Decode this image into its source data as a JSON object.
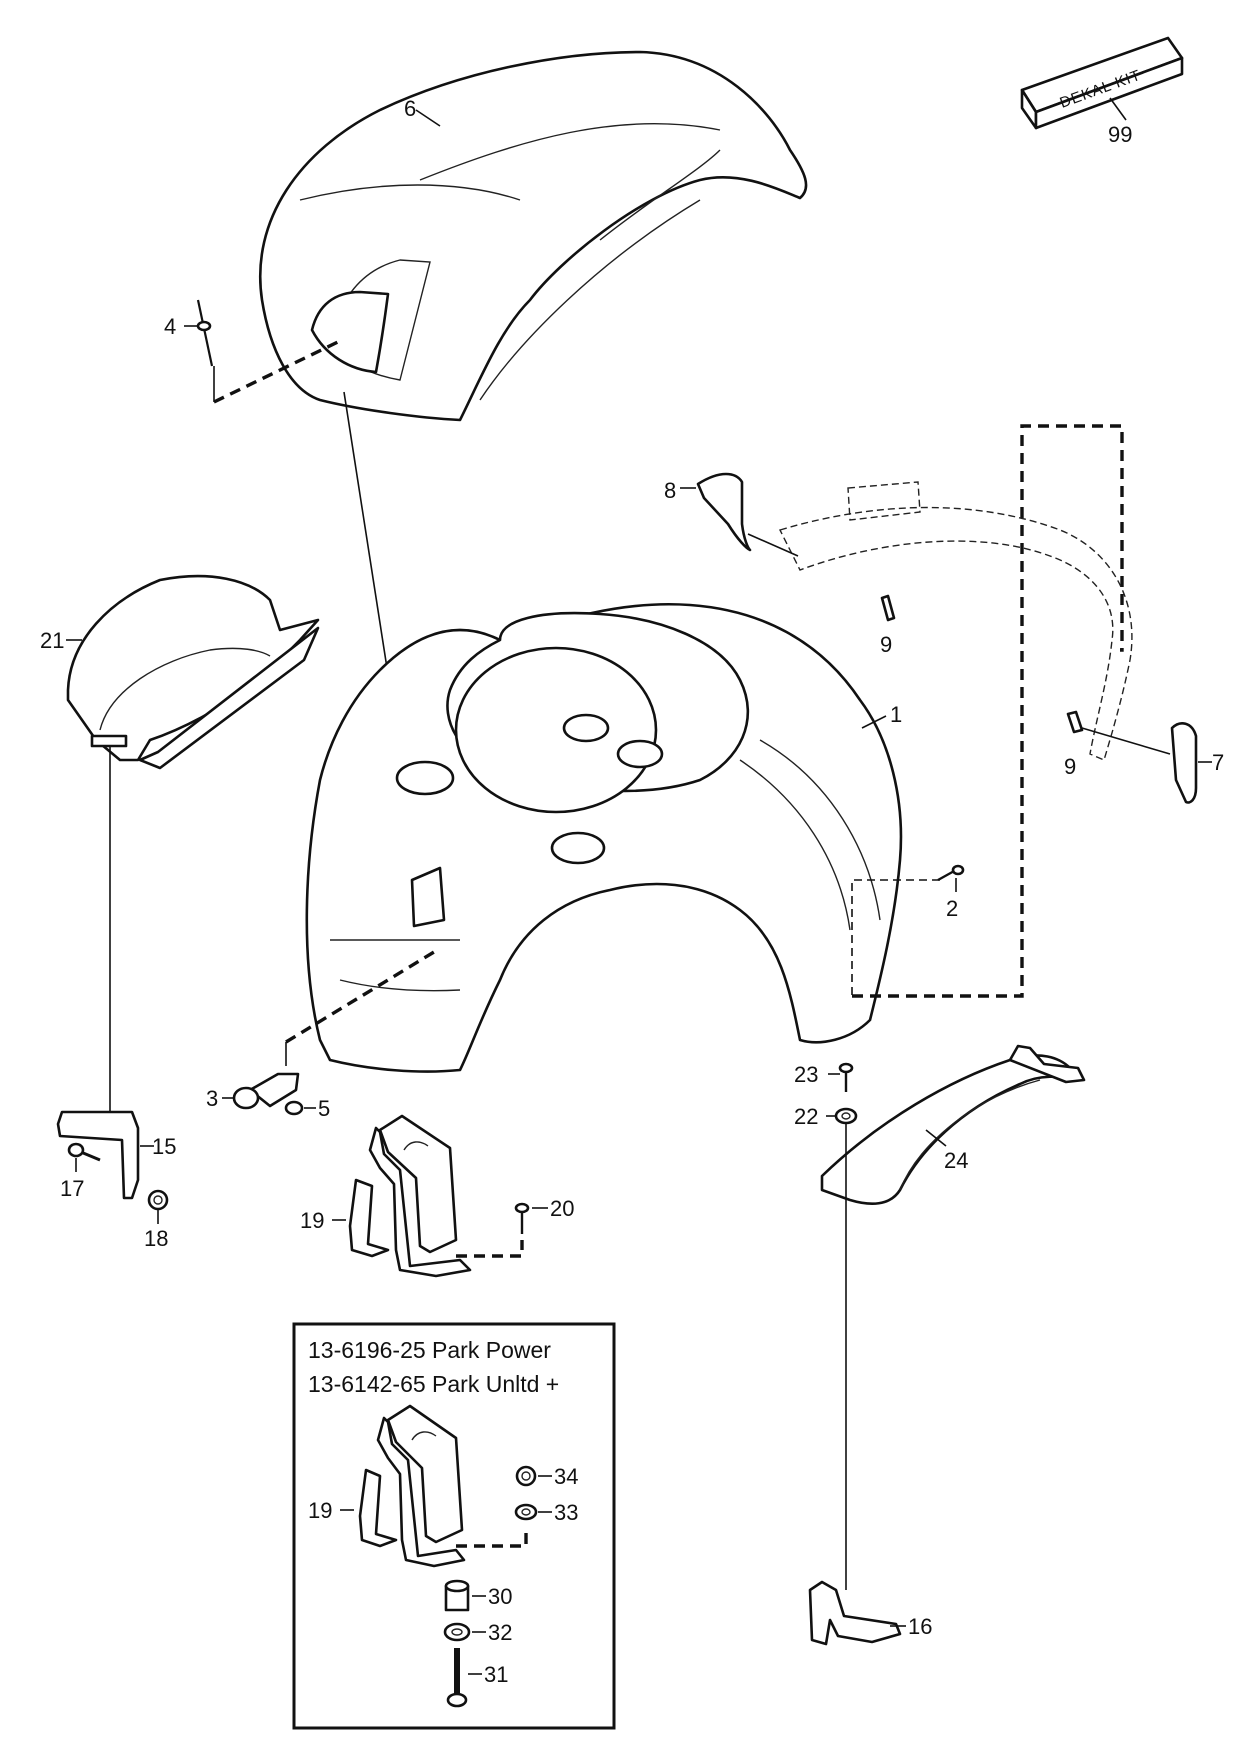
{
  "callouts": {
    "c1": "1",
    "c2": "2",
    "c3": "3",
    "c4": "4",
    "c5": "5",
    "c6": "6",
    "c7": "7",
    "c8": "8",
    "c9a": "9",
    "c9b": "9",
    "c15": "15",
    "c16": "16",
    "c17": "17",
    "c18": "18",
    "c19": "19",
    "c19b": "19",
    "c20": "20",
    "c21": "21",
    "c22": "22",
    "c23": "23",
    "c24": "24",
    "c30": "30",
    "c31": "31",
    "c32": "32",
    "c33": "33",
    "c34": "34",
    "c99": "99"
  },
  "kit": {
    "label": "DEKAL KIT"
  },
  "inset": {
    "line1": "13-6196-25 Park Power",
    "line2": "13-6142-65 Park Unltd +"
  }
}
